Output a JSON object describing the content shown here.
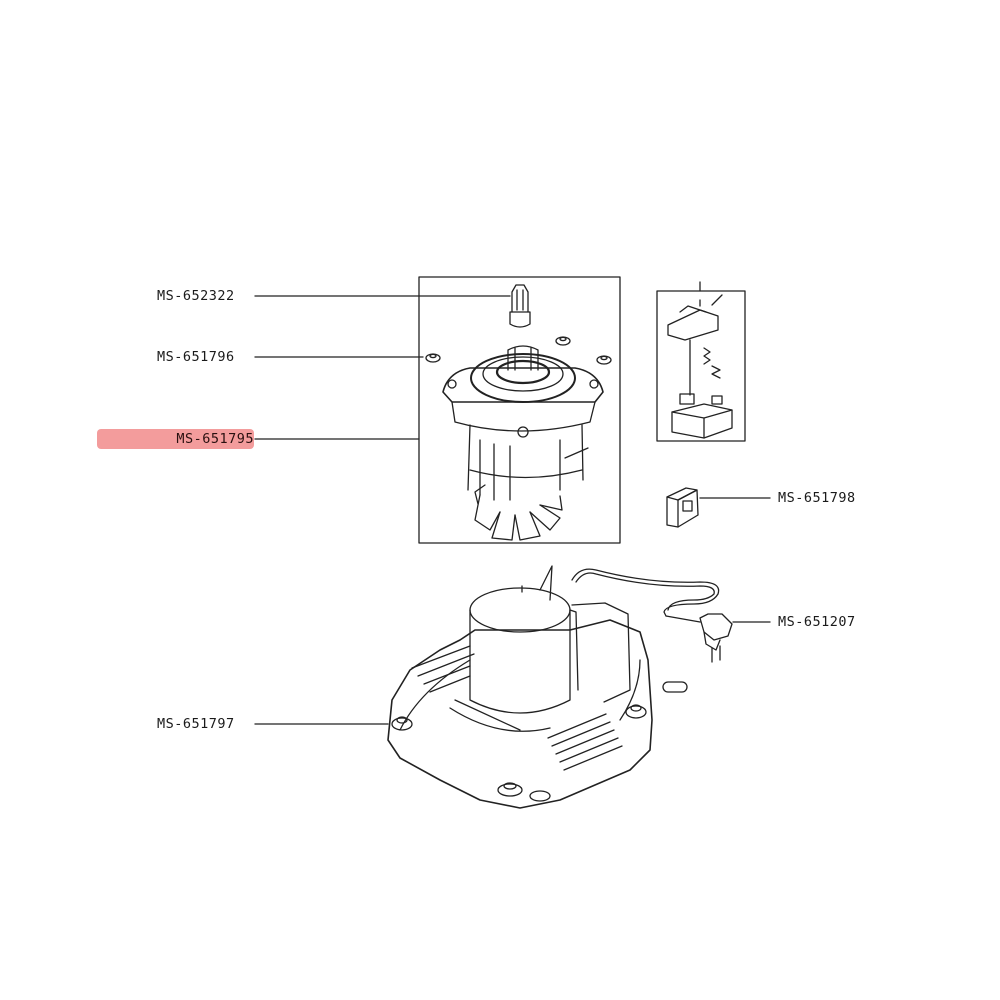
{
  "diagram": {
    "highlight_color": "#f39c9c",
    "line_color": "#222222",
    "callouts": [
      {
        "id": "c1",
        "part": "MS-652322",
        "highlighted": false
      },
      {
        "id": "c2",
        "part": "MS-651796",
        "highlighted": false
      },
      {
        "id": "c3",
        "part": "MS-651795",
        "highlighted": true
      },
      {
        "id": "c4",
        "part": "MS-651798",
        "highlighted": false
      },
      {
        "id": "c5",
        "part": "MS-651207",
        "highlighted": false
      },
      {
        "id": "c6",
        "part": "MS-651797",
        "highlighted": false
      }
    ],
    "components": [
      {
        "name": "coupling",
        "icon": "coupling-icon"
      },
      {
        "name": "rubber-mounts",
        "icon": "grommet-icon"
      },
      {
        "name": "motor",
        "icon": "motor-icon"
      },
      {
        "name": "switch-assembly",
        "icon": "switch-icon"
      },
      {
        "name": "connector",
        "icon": "connector-icon"
      },
      {
        "name": "power-cord",
        "icon": "cord-icon"
      },
      {
        "name": "base",
        "icon": "base-icon"
      }
    ]
  }
}
